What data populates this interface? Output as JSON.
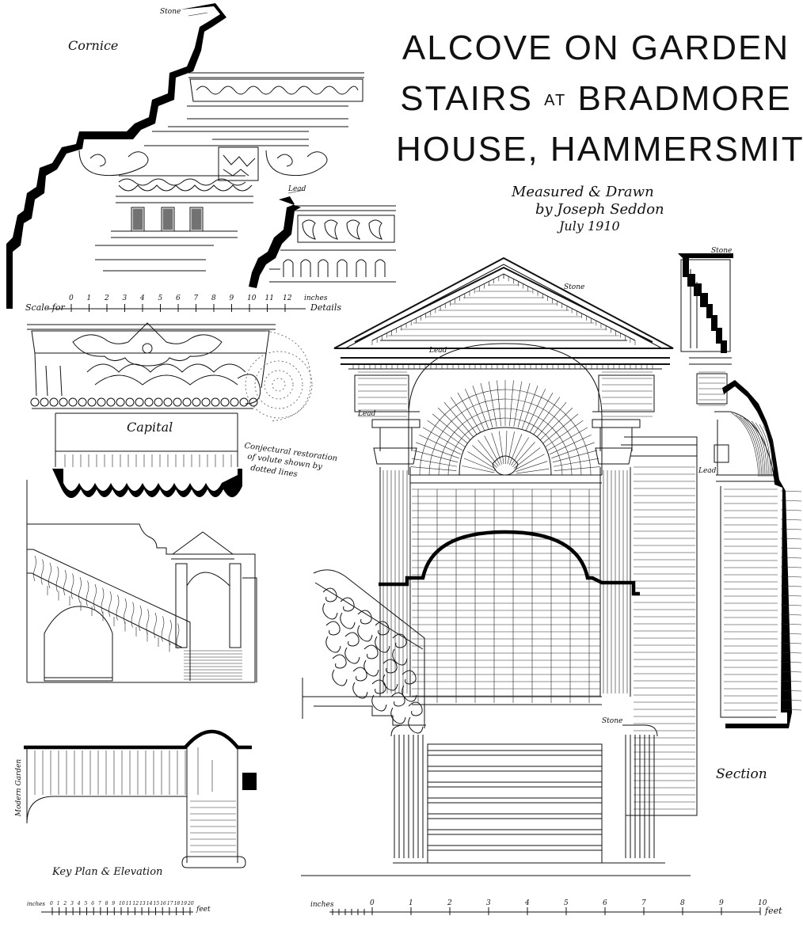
{
  "title": {
    "line1": "ALCOVE ON GARDEN",
    "line2_a": "STAIRS",
    "line2_b": "AT",
    "line2_c": "BRADMORE",
    "line3": "HOUSE, HAMMERSMITH"
  },
  "credit": {
    "line1": "Measured & Drawn",
    "line2": "by Joseph Seddon",
    "line3": "July 1910"
  },
  "labels": {
    "cornice": "Cornice",
    "capital": "Capital",
    "key_plan": "Key Plan & Elevation",
    "section": "Section",
    "stone_1": "Stone",
    "stone_2": "Stone",
    "stone_3": "Stone",
    "stone_4": "Stone",
    "lead_1": "Lead",
    "lead_2": "Lead",
    "lead_3": "Lead",
    "lead_4": "Lead",
    "modern_garden": "Modern Garden",
    "volute_note_1": "Conjectural restoration",
    "volute_note_2": "of volute shown by",
    "volute_note_3": "dotted lines"
  },
  "detail_scale": {
    "label_left": "Scale for",
    "label_right": "Details",
    "unit": "inches",
    "ticks": [
      "0",
      "1",
      "2",
      "3",
      "4",
      "5",
      "6",
      "7",
      "8",
      "9",
      "10",
      "11",
      "12"
    ]
  },
  "left_scale": {
    "label_left": "inches",
    "unit": "feet",
    "ticks": [
      "0",
      "1",
      "2",
      "3",
      "4",
      "5",
      "6",
      "7",
      "8",
      "9",
      "10",
      "11",
      "12",
      "13",
      "14",
      "15",
      "16",
      "17",
      "18",
      "19",
      "20"
    ]
  },
  "main_scale": {
    "label_left": "inches",
    "unit": "feet",
    "ticks": [
      "0",
      "1",
      "2",
      "3",
      "4",
      "5",
      "6",
      "7",
      "8",
      "9",
      "10"
    ]
  }
}
